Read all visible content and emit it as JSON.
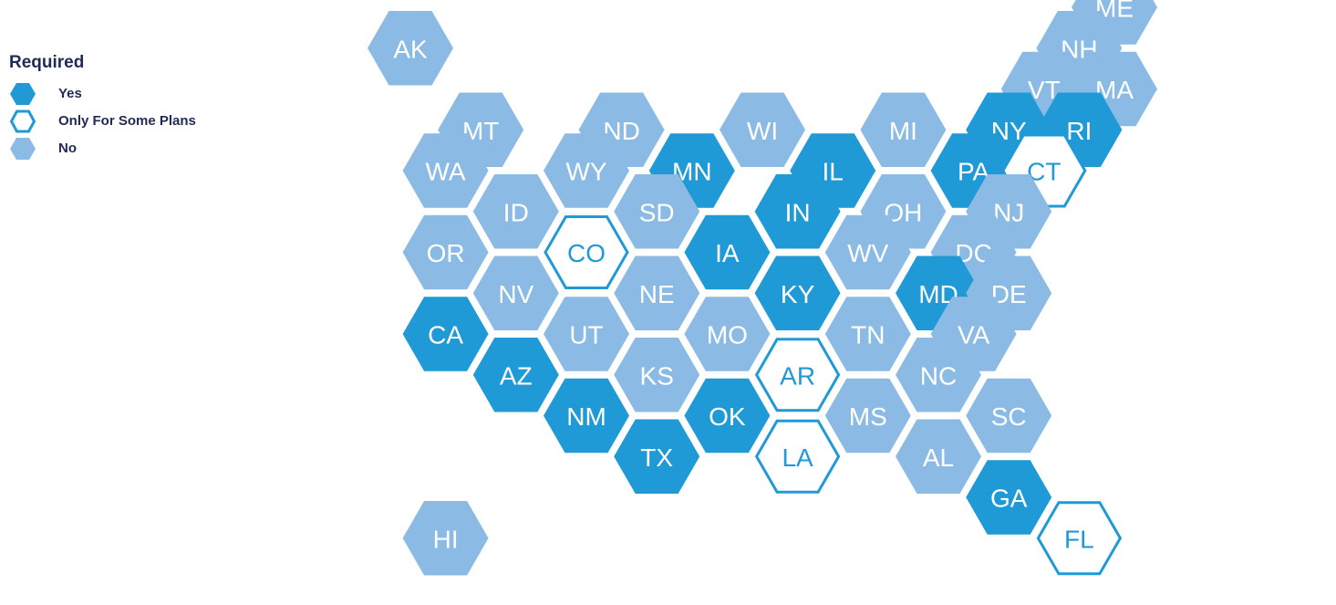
{
  "legend": {
    "title": "Required",
    "items": [
      {
        "key": "yes",
        "label": "Yes",
        "style": "filled",
        "color": "#1f9ad6"
      },
      {
        "key": "some",
        "label": "Only For Some Plans",
        "style": "outline",
        "color": "#1f9ad6"
      },
      {
        "key": "no",
        "label": "No",
        "style": "filled",
        "color": "#8bbbe4"
      }
    ]
  },
  "colors": {
    "yes": "#1f9ad6",
    "some": "#1f9ad6",
    "no": "#8bbbe4",
    "text_on_fill": "#ffffff"
  },
  "states": [
    {
      "abbr": "AK",
      "status": "no",
      "col": 0,
      "row": 1
    },
    {
      "abbr": "ME",
      "status": "no",
      "col": 20,
      "row": 0
    },
    {
      "abbr": "NH",
      "status": "no",
      "col": 19,
      "row": 1
    },
    {
      "abbr": "VT",
      "status": "no",
      "col": 18,
      "row": 2
    },
    {
      "abbr": "MA",
      "status": "no",
      "col": 20,
      "row": 2
    },
    {
      "abbr": "MT",
      "status": "no",
      "col": 2,
      "row": 3
    },
    {
      "abbr": "ND",
      "status": "no",
      "col": 6,
      "row": 3
    },
    {
      "abbr": "WI",
      "status": "no",
      "col": 10,
      "row": 3
    },
    {
      "abbr": "MI",
      "status": "no",
      "col": 14,
      "row": 3
    },
    {
      "abbr": "NY",
      "status": "yes",
      "col": 17,
      "row": 3
    },
    {
      "abbr": "RI",
      "status": "yes",
      "col": 19,
      "row": 3
    },
    {
      "abbr": "WA",
      "status": "no",
      "col": 1,
      "row": 4
    },
    {
      "abbr": "WY",
      "status": "no",
      "col": 5,
      "row": 4
    },
    {
      "abbr": "MN",
      "status": "yes",
      "col": 8,
      "row": 4
    },
    {
      "abbr": "IL",
      "status": "yes",
      "col": 12,
      "row": 4
    },
    {
      "abbr": "PA",
      "status": "yes",
      "col": 16,
      "row": 4
    },
    {
      "abbr": "CT",
      "status": "some",
      "col": 18,
      "row": 4
    },
    {
      "abbr": "ID",
      "status": "no",
      "col": 3,
      "row": 5
    },
    {
      "abbr": "SD",
      "status": "no",
      "col": 7,
      "row": 5
    },
    {
      "abbr": "IN",
      "status": "yes",
      "col": 11,
      "row": 5
    },
    {
      "abbr": "OH",
      "status": "no",
      "col": 14,
      "row": 5
    },
    {
      "abbr": "NJ",
      "status": "no",
      "col": 17,
      "row": 5
    },
    {
      "abbr": "OR",
      "status": "no",
      "col": 1,
      "row": 6
    },
    {
      "abbr": "CO",
      "status": "some",
      "col": 5,
      "row": 6
    },
    {
      "abbr": "IA",
      "status": "yes",
      "col": 9,
      "row": 6
    },
    {
      "abbr": "WV",
      "status": "no",
      "col": 13,
      "row": 6
    },
    {
      "abbr": "DC",
      "status": "no",
      "col": 16,
      "row": 6
    },
    {
      "abbr": "NV",
      "status": "no",
      "col": 3,
      "row": 7
    },
    {
      "abbr": "NE",
      "status": "no",
      "col": 7,
      "row": 7
    },
    {
      "abbr": "KY",
      "status": "yes",
      "col": 11,
      "row": 7
    },
    {
      "abbr": "MD",
      "status": "yes",
      "col": 15,
      "row": 7
    },
    {
      "abbr": "DE",
      "status": "no",
      "col": 17,
      "row": 7
    },
    {
      "abbr": "CA",
      "status": "yes",
      "col": 1,
      "row": 8
    },
    {
      "abbr": "UT",
      "status": "no",
      "col": 5,
      "row": 8
    },
    {
      "abbr": "MO",
      "status": "no",
      "col": 9,
      "row": 8
    },
    {
      "abbr": "TN",
      "status": "no",
      "col": 13,
      "row": 8
    },
    {
      "abbr": "VA",
      "status": "no",
      "col": 16,
      "row": 8
    },
    {
      "abbr": "AZ",
      "status": "yes",
      "col": 3,
      "row": 9
    },
    {
      "abbr": "KS",
      "status": "no",
      "col": 7,
      "row": 9
    },
    {
      "abbr": "AR",
      "status": "some",
      "col": 11,
      "row": 9
    },
    {
      "abbr": "NC",
      "status": "no",
      "col": 15,
      "row": 9
    },
    {
      "abbr": "NM",
      "status": "yes",
      "col": 5,
      "row": 10
    },
    {
      "abbr": "OK",
      "status": "yes",
      "col": 9,
      "row": 10
    },
    {
      "abbr": "MS",
      "status": "no",
      "col": 13,
      "row": 10
    },
    {
      "abbr": "SC",
      "status": "no",
      "col": 17,
      "row": 10
    },
    {
      "abbr": "TX",
      "status": "yes",
      "col": 7,
      "row": 11
    },
    {
      "abbr": "LA",
      "status": "some",
      "col": 11,
      "row": 11
    },
    {
      "abbr": "AL",
      "status": "no",
      "col": 15,
      "row": 11
    },
    {
      "abbr": "GA",
      "status": "yes",
      "col": 17,
      "row": 12
    },
    {
      "abbr": "HI",
      "status": "no",
      "col": 1,
      "row": 13
    },
    {
      "abbr": "FL",
      "status": "some",
      "col": 19,
      "row": 13
    }
  ]
}
